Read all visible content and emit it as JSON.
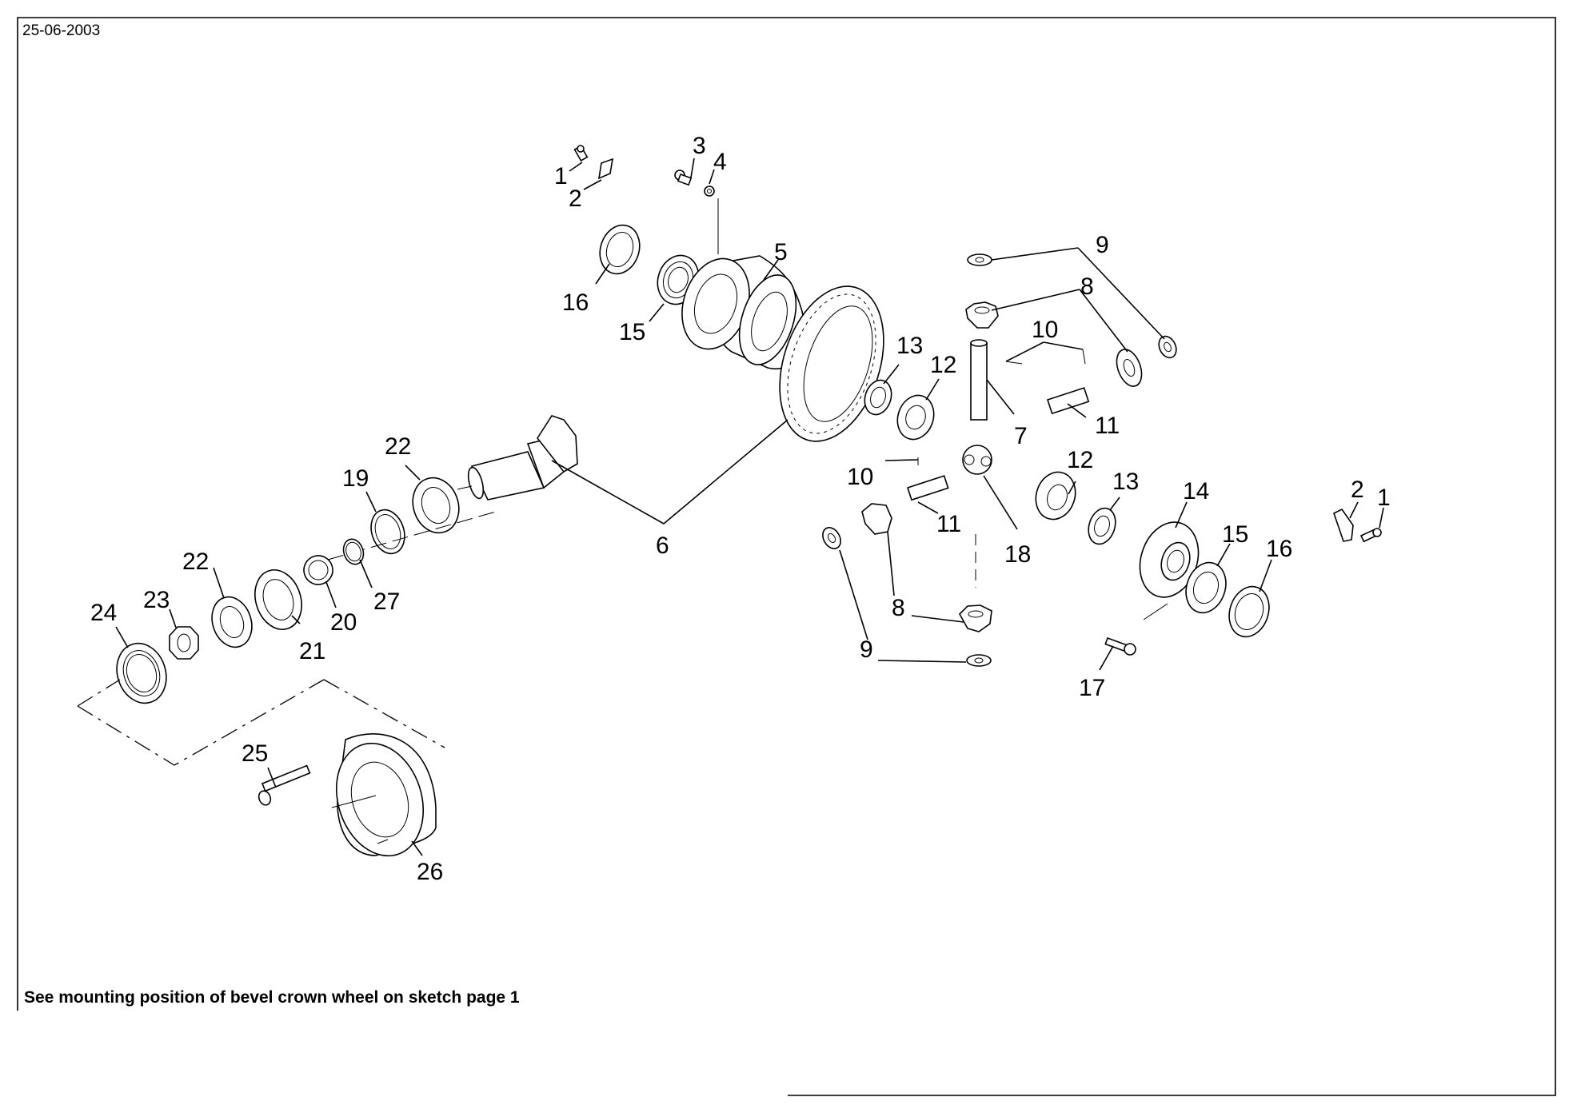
{
  "header": {
    "date": "25-06-2003"
  },
  "footer": {
    "note": "See mounting position of bevel crown wheel on sketch page 1"
  },
  "callouts": [
    {
      "id": "c1a",
      "label": "1"
    },
    {
      "id": "c2a",
      "label": "2"
    },
    {
      "id": "c3",
      "label": "3"
    },
    {
      "id": "c4",
      "label": "4"
    },
    {
      "id": "c5",
      "label": "5"
    },
    {
      "id": "c16a",
      "label": "16"
    },
    {
      "id": "c15a",
      "label": "15"
    },
    {
      "id": "c9a",
      "label": "9"
    },
    {
      "id": "c8a",
      "label": "8"
    },
    {
      "id": "c10a",
      "label": "10"
    },
    {
      "id": "c13a",
      "label": "13"
    },
    {
      "id": "c12a",
      "label": "12"
    },
    {
      "id": "c7",
      "label": "7"
    },
    {
      "id": "c11a",
      "label": "11"
    },
    {
      "id": "c22a",
      "label": "22"
    },
    {
      "id": "c19",
      "label": "19"
    },
    {
      "id": "c6",
      "label": "6"
    },
    {
      "id": "c10b",
      "label": "10"
    },
    {
      "id": "c12b",
      "label": "12"
    },
    {
      "id": "c13b",
      "label": "13"
    },
    {
      "id": "c14",
      "label": "14"
    },
    {
      "id": "c11b",
      "label": "11"
    },
    {
      "id": "c18",
      "label": "18"
    },
    {
      "id": "c2b",
      "label": "2"
    },
    {
      "id": "c1b",
      "label": "1"
    },
    {
      "id": "c15b",
      "label": "15"
    },
    {
      "id": "c16b",
      "label": "16"
    },
    {
      "id": "c22b",
      "label": "22"
    },
    {
      "id": "c23",
      "label": "23"
    },
    {
      "id": "c24",
      "label": "24"
    },
    {
      "id": "c21",
      "label": "21"
    },
    {
      "id": "c20",
      "label": "20"
    },
    {
      "id": "c27",
      "label": "27"
    },
    {
      "id": "c8b",
      "label": "8"
    },
    {
      "id": "c9b",
      "label": "9"
    },
    {
      "id": "c17",
      "label": "17"
    },
    {
      "id": "c25",
      "label": "25"
    },
    {
      "id": "c26",
      "label": "26"
    }
  ]
}
